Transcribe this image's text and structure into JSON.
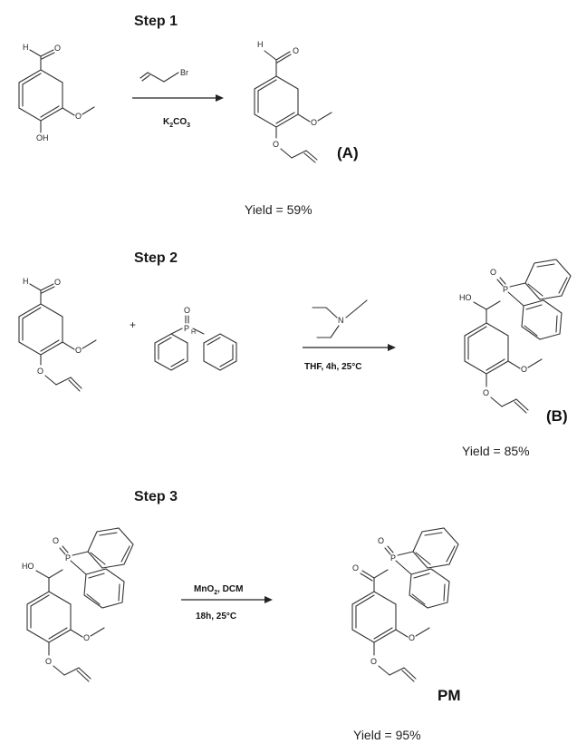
{
  "steps": [
    {
      "title": "Step 1",
      "reagent_top": "Br",
      "reagent_bottom": "K",
      "reagent_bottom_sub1": "2",
      "reagent_bottom_mid": "CO",
      "reagent_bottom_sub2": "3",
      "product_label": "(A)",
      "yield": "Yield = 59%"
    },
    {
      "title": "Step 2",
      "plus": "+",
      "reagent_top": "N",
      "reagent_bottom": "THF, 4h, 25°C",
      "product_label": "(B)",
      "yield": "Yield = 85%"
    },
    {
      "title": "Step 3",
      "reagent_top_a": "MnO",
      "reagent_top_sub": "2",
      "reagent_top_b": ", DCM",
      "reagent_bottom": "18h, 25°C",
      "product_label": "PM",
      "yield": "Yield = 95%"
    }
  ],
  "atoms": {
    "H": "H",
    "O": "O",
    "OH": "OH",
    "HO": "HO",
    "P": "P"
  }
}
